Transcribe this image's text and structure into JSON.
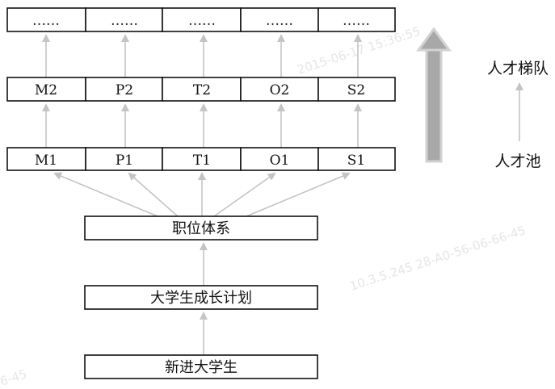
{
  "rows": [
    [
      "……",
      "……",
      "……",
      "……",
      "……"
    ],
    [
      "M2",
      "P2",
      "T2",
      "O2",
      "S2"
    ],
    [
      "M1",
      "P1",
      "T1",
      "O1",
      "S1"
    ]
  ],
  "stack": [
    "职位体系",
    "大学生成长计划",
    "新进大学生"
  ],
  "side": {
    "top": "人才梯队",
    "bottom": "人才池"
  },
  "watermarks": [
    "2015-06-17 15:36:55",
    "10.3.5.245 28-A0-56-06-66-45",
    "6-45"
  ]
}
